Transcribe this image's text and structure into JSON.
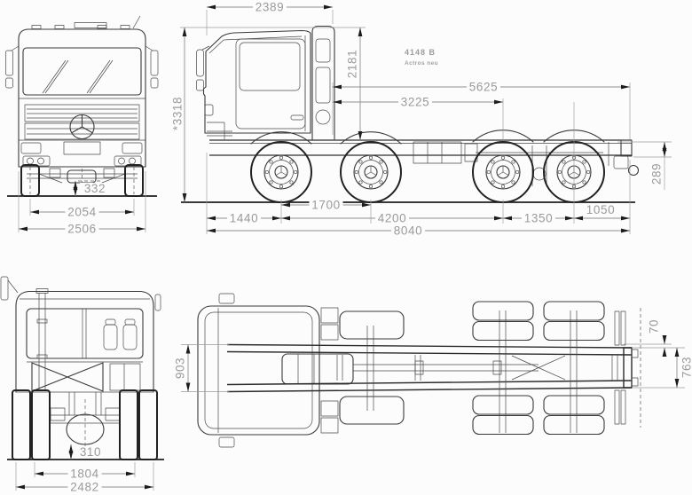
{
  "drawing": {
    "model_code": "4148 B",
    "model_name": "Actros neu",
    "side": {
      "cab_length": "2389",
      "cab_height": "2181",
      "overall_height": "*3318",
      "cab_to_frame_end": "5625",
      "cab_to_rear_axle": "3225",
      "frame_height": "289",
      "front_overhang": "1440",
      "front_axle_spread": "1700",
      "wheelbase": "4200",
      "rear_axle_spread": "1350",
      "rear_overhang": "1050",
      "overall_length": "8040"
    },
    "front": {
      "clearance": "332",
      "track": "2054",
      "width": "2506"
    },
    "rear": {
      "clearance": "310",
      "track": "1804",
      "width": "2482"
    },
    "plan": {
      "frame_width_front": "903",
      "bracket_offset": "70",
      "frame_width_rear": "763"
    }
  }
}
